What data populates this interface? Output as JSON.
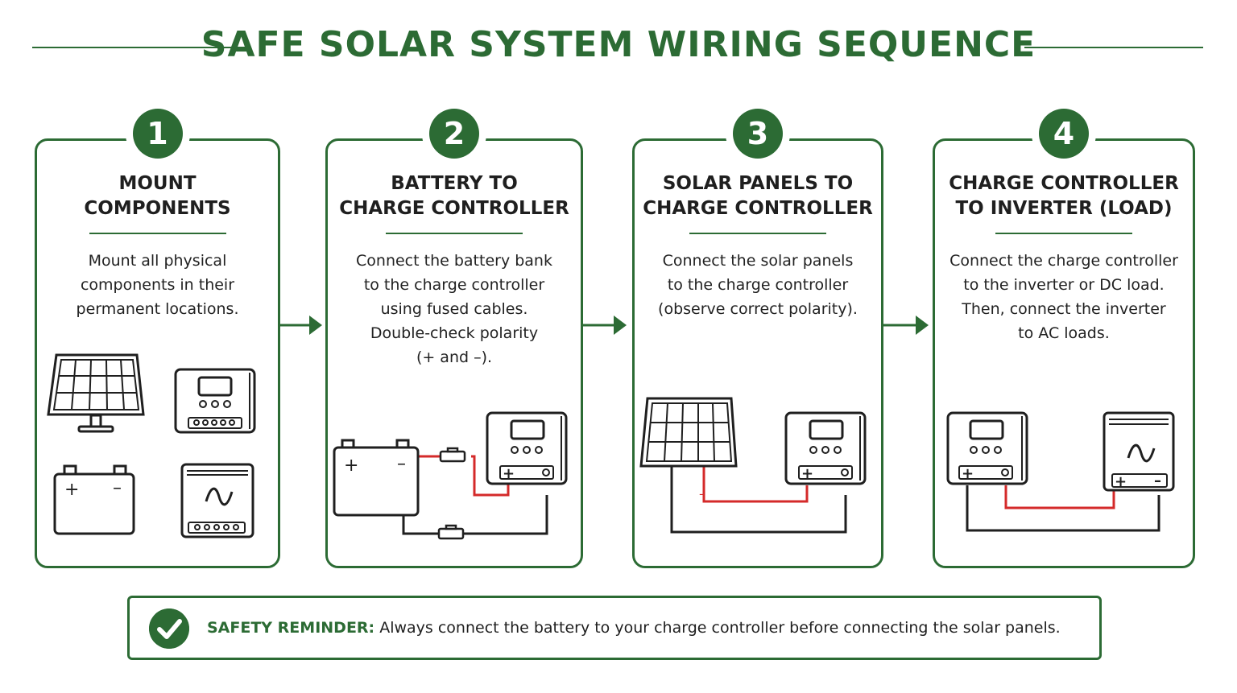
{
  "title": "SAFE SOLAR SYSTEM WIRING SEQUENCE",
  "colors": {
    "accent": "#2c6b34",
    "wire_positive": "#d42a2a",
    "wire_negative": "#1f1f1f"
  },
  "steps": [
    {
      "number": "1",
      "title": "MOUNT\nCOMPONENTS",
      "description": "Mount all physical\ncomponents in their\npermanent locations."
    },
    {
      "number": "2",
      "title": "BATTERY TO\nCHARGE CONTROLLER",
      "description": "Connect the battery bank\nto the charge controller\nusing fused cables.\nDouble-check polarity\n(+ and –)."
    },
    {
      "number": "3",
      "title": "SOLAR PANELS TO\nCHARGE CONTROLLER",
      "description": "Connect the solar panels\nto the charge controller\n(observe correct polarity)."
    },
    {
      "number": "4",
      "title": "CHARGE CONTROLLER\nTO INVERTER (LOAD)",
      "description": "Connect the charge controller\nto the inverter or DC load.\nThen, connect the inverter\nto AC loads."
    }
  ],
  "symbols": {
    "plus": "+",
    "minus": "–"
  },
  "safety": {
    "label": "SAFETY REMINDER:",
    "text": "Always connect the battery to your charge controller before connecting the solar panels."
  }
}
